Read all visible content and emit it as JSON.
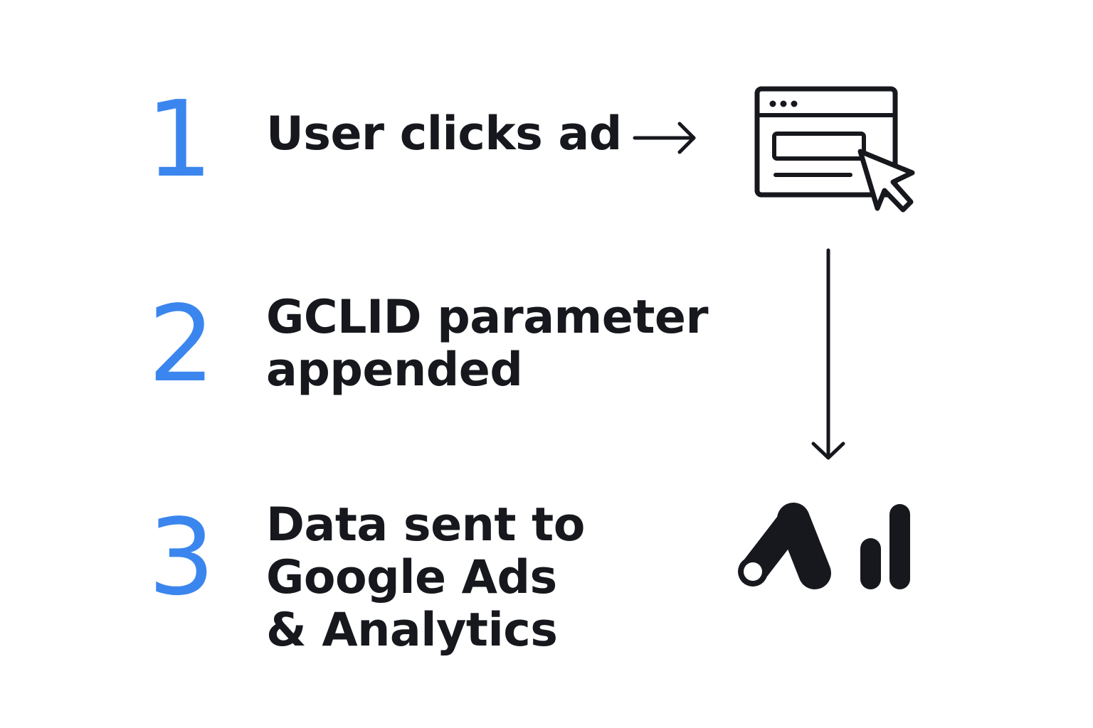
{
  "steps": [
    {
      "number": "1",
      "lines": [
        "User clicks ad"
      ]
    },
    {
      "number": "2",
      "lines": [
        "GCLID parameter",
        "appended"
      ]
    },
    {
      "number": "3",
      "lines": [
        "Data sent to",
        "Google Ads",
        "& Analytics"
      ]
    }
  ],
  "icons": {
    "browser": "browser-window-click-icon",
    "right_arrow": "arrow-right-icon",
    "down_arrow": "arrow-down-icon",
    "ads": "google-ads-logo-icon",
    "analytics": "google-analytics-logo-icon"
  },
  "colors": {
    "step_number": "#3b86ee",
    "text": "#16181d",
    "background": "#ffffff"
  }
}
